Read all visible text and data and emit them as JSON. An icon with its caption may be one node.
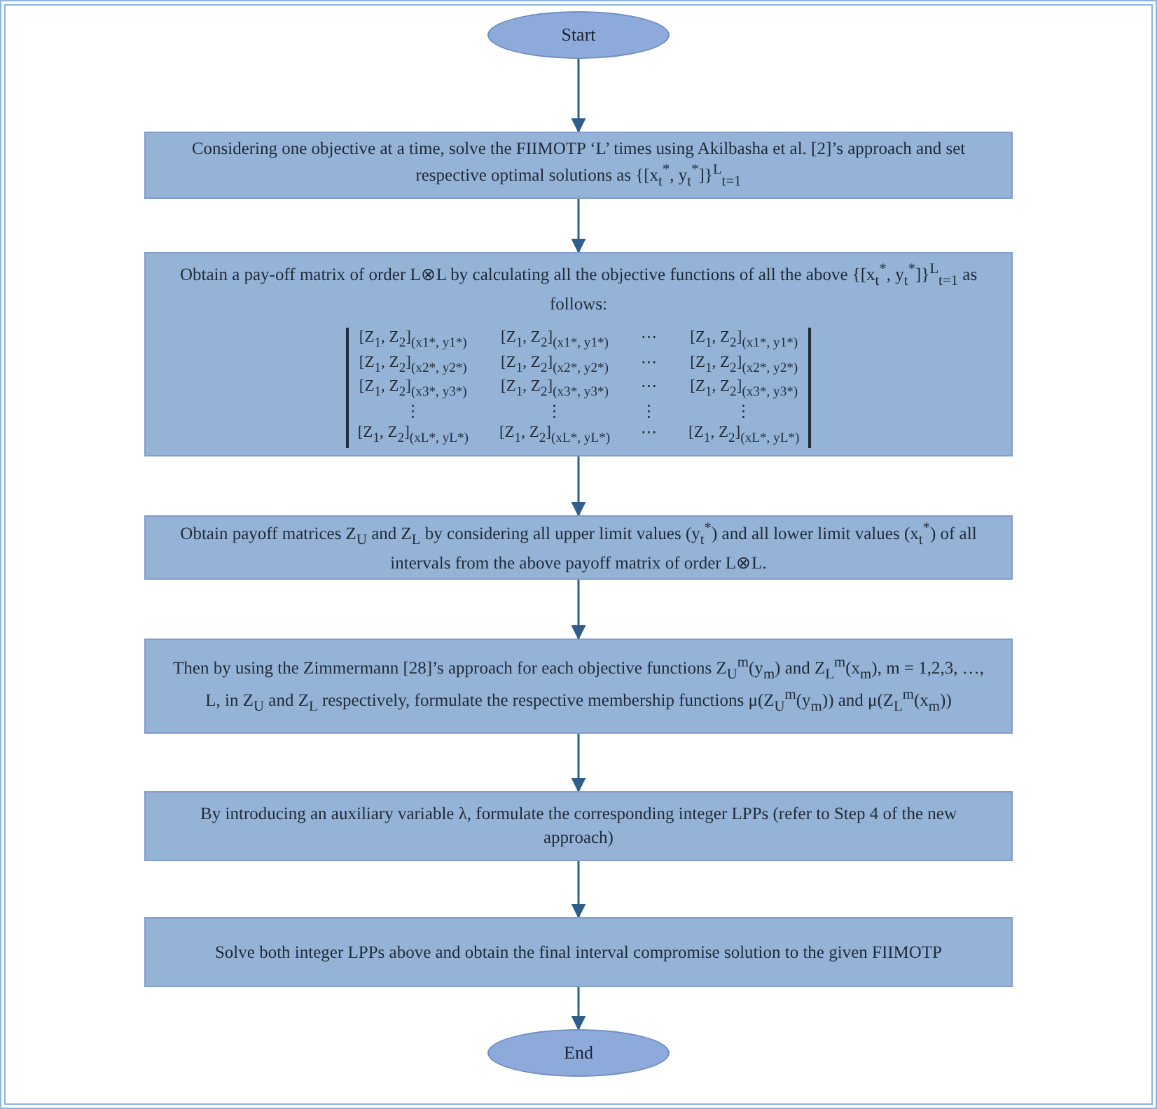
{
  "diagram": {
    "nodes": [
      {
        "text": [
          "Start"
        ]
      },
      {
        "text": [
          "Considering one objective at a time, solve the FIIMOTP ‘L’ times using Akilbasha et al. [2]’s approach and set respective optimal solutions as {[x$_{t}$$^{*}$, y$_{t}$$^{*}$]}$^{L}$$_{t=1}$"
        ]
      },
      {
        "text": [
          "Obtain a pay-off matrix of order L⊗L by calculating all the objective functions of all the above {[x$_{t}$$^{*}$, y$_{t}$$^{*}$]}$^{L}$$_{t=1}$ as follows:",
          "[Z$_{1}$, Z$_{2}$]$_{(x1*, y1*)}$",
          "[Z$_{1}$, Z$_{2}$]$_{(x1*, y1*)}$",
          "⋯",
          "[Z$_{1}$, Z$_{2}$]$_{(x1*, y1*)}$",
          "[Z$_{1}$, Z$_{2}$]$_{(x2*, y2*)}$",
          "[Z$_{1}$, Z$_{2}$]$_{(x2*, y2*)}$",
          "⋯",
          "[Z$_{1}$, Z$_{2}$]$_{(x2*, y2*)}$",
          "[Z$_{1}$, Z$_{2}$]$_{(x3*, y3*)}$",
          "[Z$_{1}$, Z$_{2}$]$_{(x3*, y3*)}$",
          "⋯",
          "[Z$_{1}$, Z$_{2}$]$_{(x3*, y3*)}$",
          "⋮",
          "⋮",
          "⋮",
          "⋮",
          "[Z$_{1}$, Z$_{2}$]$_{(xL*, yL*)}$",
          "[Z$_{1}$, Z$_{2}$]$_{(xL*, yL*)}$",
          "⋯",
          "[Z$_{1}$, Z$_{2}$]$_{(xL*, yL*)}$"
        ]
      },
      {
        "text": [
          "Obtain payoff matrices Z$_{U}$ and Z$_{L}$ by considering all upper limit values (y$_{t}$$^{*}$) and all lower limit values (x$_{t}$$^{*}$) of all intervals from the above payoff matrix of order L⊗L."
        ]
      },
      {
        "text": [
          "Then by using the Zimmermann [28]’s approach for each objective functions Z$_{U}$$^{m}$(y$_{m}$) and Z$_{L}$$^{m}$(x$_{m}$), m = 1,2,3, …, L, in Z$_{U}$ and Z$_{L}$ respectively, formulate the respective membership functions μ(Z$_{U}$$^{m}$(y$_{m}$)) and μ(Z$_{L}$$^{m}$(x$_{m}$))"
        ]
      },
      {
        "text": [
          "By introducing an auxiliary variable λ, formulate the corresponding integer LPPs (refer to Step 4 of the new approach)"
        ]
      },
      {
        "text": [
          "Solve both integer LPPs above and obtain the final interval compromise solution to the given FIIMOTP"
        ]
      },
      {
        "text": [
          "End"
        ]
      }
    ],
    "edges": [
      {
        "from": 0,
        "to": 1,
        "arrow": "to"
      },
      {
        "from": 1,
        "to": 2,
        "arrow": "to"
      },
      {
        "from": 2,
        "to": 3,
        "arrow": "to"
      },
      {
        "from": 3,
        "to": 4,
        "arrow": "to"
      },
      {
        "from": 4,
        "to": 5,
        "arrow": "to"
      },
      {
        "from": 5,
        "to": 6,
        "arrow": "to"
      },
      {
        "from": 6,
        "to": 7,
        "arrow": "to"
      }
    ]
  }
}
